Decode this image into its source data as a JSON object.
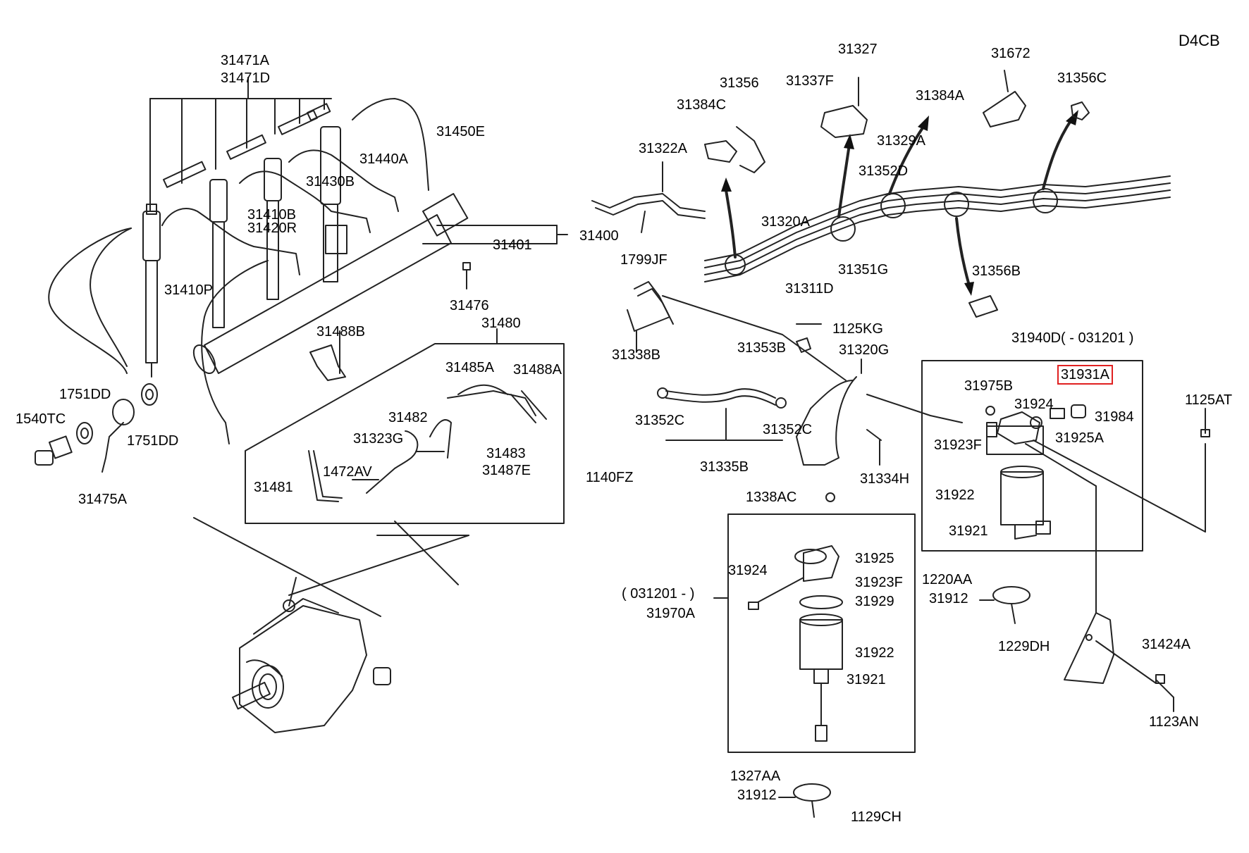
{
  "diagram": {
    "engine_code": "D4CB",
    "highlight_color": "#e02020",
    "highlighted_part": "31931A",
    "labels": {
      "l31471A": "31471A",
      "l31471D": "31471D",
      "l31450E": "31450E",
      "l31440A": "31440A",
      "l31430B": "31430B",
      "l31410B": "31410B",
      "l31420R": "31420R",
      "l31401": "31401",
      "l31400": "31400",
      "l31410P": "31410P",
      "l31476": "31476",
      "l31480": "31480",
      "l31488B": "31488B",
      "l31485A": "31485A",
      "l31488A": "31488A",
      "l31482": "31482",
      "l31323G": "31323G",
      "l31483": "31483",
      "l31487E": "31487E",
      "l1472AV": "1472AV",
      "l31481": "31481",
      "l1140FZ": "1140FZ",
      "l1751DD_a": "1751DD",
      "l1751DD_b": "1751DD",
      "l1540TC": "1540TC",
      "l31475A": "31475A",
      "l31327": "31327",
      "l31356": "31356",
      "l31337F": "31337F",
      "l31384C": "31384C",
      "l31672": "31672",
      "l31384A": "31384A",
      "l31356C": "31356C",
      "l31322A": "31322A",
      "l31329A": "31329A",
      "l31352D": "31352D",
      "l31320A": "31320A",
      "l31351G": "31351G",
      "l31311D": "31311D",
      "l1799JF": "1799JF",
      "l31356B": "31356B",
      "l31338B": "31338B",
      "l1125KG": "1125KG",
      "l31353B": "31353B",
      "l31320G": "31320G",
      "l31940D": "31940D( - 031201 )",
      "l31975B": "31975B",
      "l31931A": "31931A",
      "l31924_a": "31924",
      "l31984": "31984",
      "l31923F_a": "31923F",
      "l31925A": "31925A",
      "l1125AT": "1125AT",
      "l31352C_a": "31352C",
      "l31352C_b": "31352C",
      "l31335B": "31335B",
      "l31334H": "31334H",
      "l31922_a": "31922",
      "l31921_a": "31921",
      "l1338AC": "1338AC",
      "l31925": "31925",
      "l31924_b": "31924",
      "l31923F_b": "31923F",
      "l31929": "31929",
      "l031201": "( 031201 - )",
      "l31970A": "31970A",
      "l31922_b": "31922",
      "l31921_b": "31921",
      "l1220AA": "1220AA",
      "l31912_a": "31912",
      "l1229DH": "1229DH",
      "l31424A": "31424A",
      "l1123AN": "1123AN",
      "l1327AA": "1327AA",
      "l31912_b": "31912",
      "l1129CH": "1129CH"
    }
  }
}
